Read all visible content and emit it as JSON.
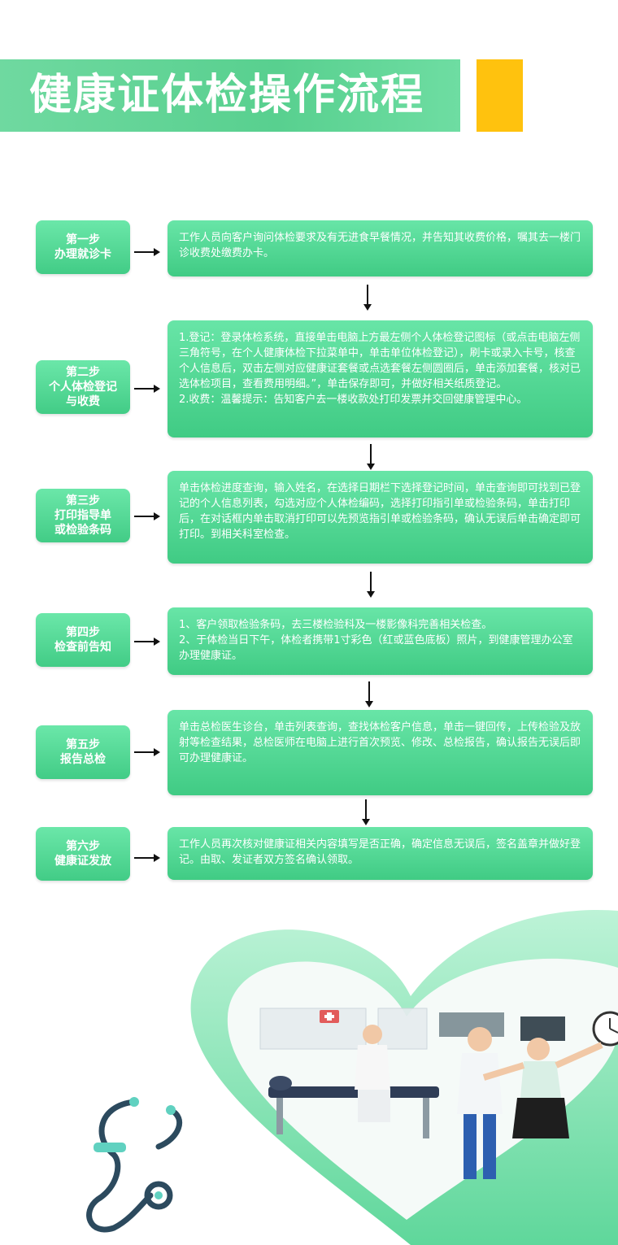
{
  "title": "健康证体检操作流程",
  "colors": {
    "accent": "#ffc20e",
    "green": "#4fd08c",
    "text": "#ffffff"
  },
  "steps": [
    {
      "label": [
        "第一步",
        "办理就诊卡"
      ],
      "content": [
        "工作人员向客户询问体检要求及有无进食早餐情况，并告知其收费价格，嘱其去一楼门诊收费处缴费办卡。"
      ]
    },
    {
      "label": [
        "第二步",
        "个人体检登记",
        "与收费"
      ],
      "content": [
        "1.登记：登录体检系统，直接单击电脑上方最左侧个人体检登记图标（或点击电脑左侧　三角符号，在个人健康体检下拉菜单中，单击单位体检登记），刷卡或录入卡号，核查个人信息后，双击左侧对应健康证套餐或点选套餐左侧圆圈后，单击添加套餐，核对已选体检项目，查看费用明细。”，单击保存即可，并做好相关纸质登记。",
        "2.收费：温馨提示：告知客户去一楼收款处打印发票并交回健康管理中心。"
      ]
    },
    {
      "label": [
        "第三步",
        "打印指导单",
        "或检验条码"
      ],
      "content": [
        "单击体检进度查询，输入姓名，在选择日期栏下选择登记时间，单击查询即可找到已登记的个人信息列表，勾选对应个人体检编码，选择打印指引单或检验条码，单击打印后，在对话框内单击取消打印可以先预览指引单或检验条码，确认无误后单击确定即可打印。到相关科室检查。"
      ]
    },
    {
      "label": [
        "第四步",
        "检查前告知"
      ],
      "content": [
        "1、客户领取检验条码，去三楼检验科及一楼影像科完善相关检查。",
        "2、于体检当日下午，体检者携带1寸彩色（红或蓝色底板）照片，到健康管理办公室办理健康证。"
      ]
    },
    {
      "label": [
        "第五步",
        "报告总检"
      ],
      "content": [
        "单击总检医生诊台，单击列表查询，查找体检客户信息，单击一键回传，上传检验及放射等检查结果，总检医师在电脑上进行首次预览、修改、总检报告，确认报告无误后即可办理健康证。"
      ]
    },
    {
      "label": [
        "第六步",
        "健康证发放"
      ],
      "content": [
        "工作人员再次核对健康证相关内容填写是否正确，确定信息无误后，签名盖章并做好登记。由取、发证者双方签名确认领取。"
      ]
    }
  ]
}
